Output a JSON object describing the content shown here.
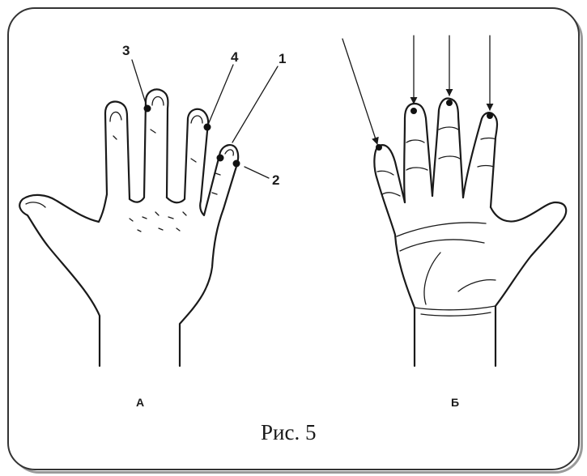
{
  "figure": {
    "caption": "Рис. 5",
    "panel_a_label": "А",
    "panel_b_label": "Б",
    "points": [
      {
        "label": "1"
      },
      {
        "label": "2"
      },
      {
        "label": "3"
      },
      {
        "label": "4"
      }
    ]
  }
}
